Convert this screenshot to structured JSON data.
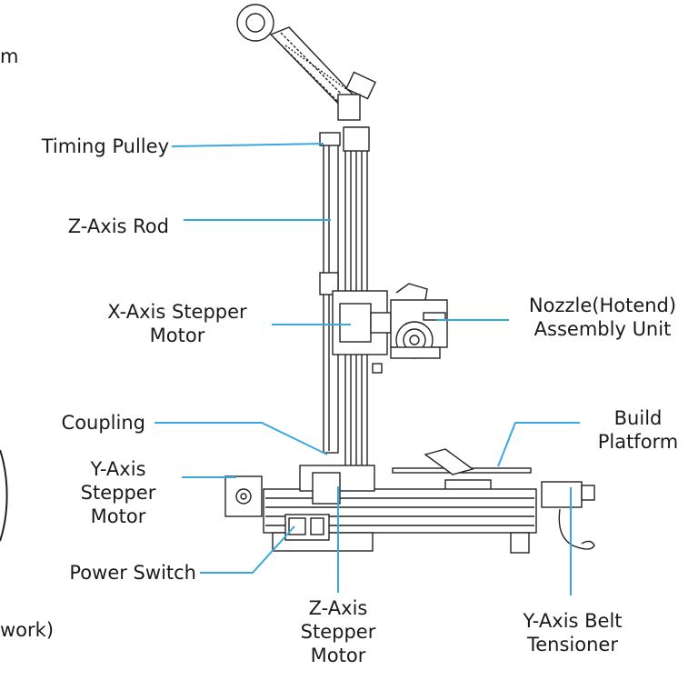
{
  "title": "",
  "labels": {
    "timing_pulley": "Timing Pulley",
    "z_axis_rod": "Z-Axis Rod",
    "x_axis_stepper": [
      "X-Axis Stepper",
      "Motor"
    ],
    "nozzle": [
      "Nozzle(Hotend)",
      "Assembly Unit"
    ],
    "coupling": "Coupling",
    "build_platform": [
      "Build",
      "Platform"
    ],
    "y_axis_stepper": [
      "Y-Axis",
      "Stepper",
      "Motor"
    ],
    "power_switch": "Power Switch",
    "z_axis_stepper": [
      "Z-Axis",
      "Stepper",
      "Motor"
    ],
    "y_axis_belt": [
      "Y-Axis Belt",
      "Tensioner"
    ],
    "partial_top_left": "m",
    "partial_bottom_left": "work)"
  },
  "colors": {
    "leader": "#3aa8e0",
    "line_art": "#222222",
    "text": "#1a1a1a"
  }
}
